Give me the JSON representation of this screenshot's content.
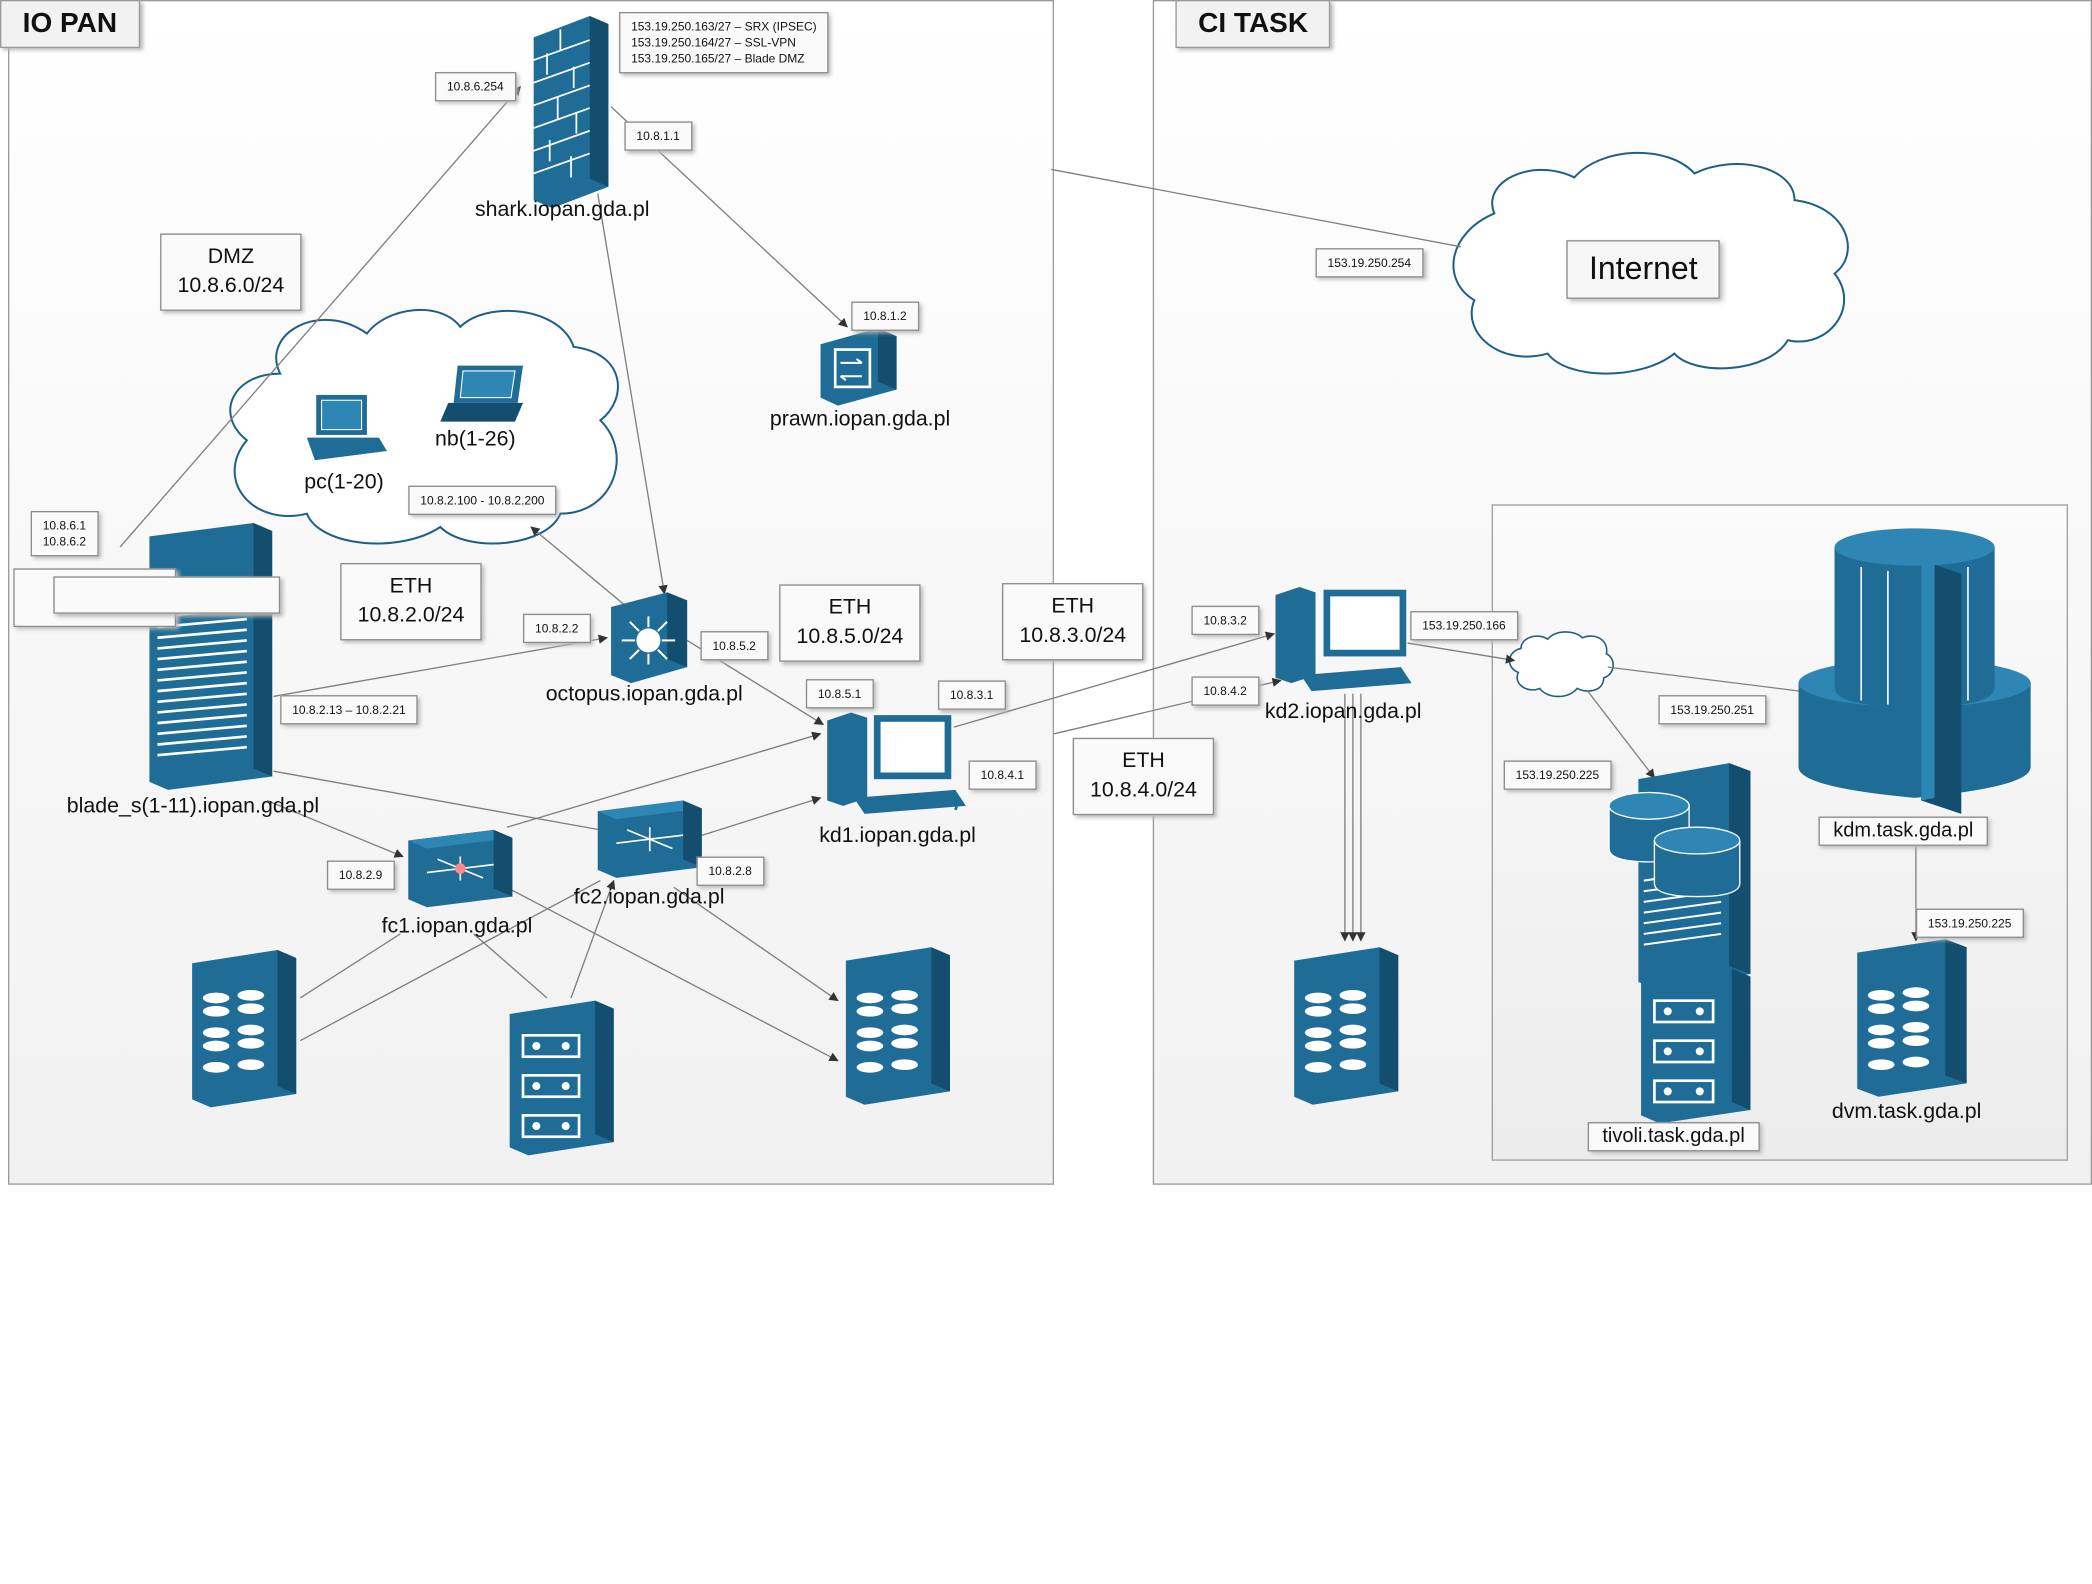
{
  "panels": {
    "left_title": "IO PAN",
    "right_title": "CI TASK"
  },
  "firewall": {
    "name": "shark.iopan.gda.pl",
    "ip_dmz": "10.8.6.254",
    "ip_lan": "10.8.1.1",
    "public_ips": [
      "153.19.250.163/27 – SRX (IPSEC)",
      "153.19.250.164/27 – SSL-VPN",
      "153.19.250.165/27 – Blade DMZ"
    ]
  },
  "internet": {
    "label": "Internet",
    "ip": "153.19.250.254"
  },
  "dmz": {
    "line1": "DMZ",
    "line2": "10.8.6.0/24"
  },
  "prawn": {
    "name": "prawn.iopan.gda.pl",
    "ip": "10.8.1.2"
  },
  "clients": {
    "pc": "pc(1-20)",
    "nb": "nb(1-26)",
    "range": "10.8.2.100 - 10.8.2.200"
  },
  "blade": {
    "name": "blade_s(1-11).iopan.gda.pl",
    "ip_dmz1": "10.8.6.1",
    "ip_dmz2": "10.8.6.2",
    "ip_range": "10.8.2.13 – 10.8.2.21"
  },
  "octopus": {
    "name": "octopus.iopan.gda.pl",
    "ip": "10.8.2.2",
    "ip_eth5": "10.8.5.2"
  },
  "eth_labels": {
    "eth2_line1": "ETH",
    "eth2_line2": "10.8.2.0/24",
    "eth5_line1": "ETH",
    "eth5_line2": "10.8.5.0/24",
    "eth3_line1": "ETH",
    "eth3_line2": "10.8.3.0/24",
    "eth4_line1": "ETH",
    "eth4_line2": "10.8.4.0/24"
  },
  "kd1": {
    "name": "kd1.iopan.gda.pl",
    "ip_eth5": "10.8.5.1",
    "ip_eth3": "10.8.3.1",
    "ip_eth4": "10.8.4.1"
  },
  "fc1": {
    "name": "fc1.iopan.gda.pl",
    "ip": "10.8.2.9"
  },
  "fc2": {
    "name": "fc2.iopan.gda.pl",
    "ip": "10.8.2.8"
  },
  "kd2": {
    "name": "kd2.iopan.gda.pl",
    "ip_eth3": "10.8.3.2",
    "ip_eth4": "10.8.4.2",
    "ip_public": "153.19.250.166"
  },
  "kdm": {
    "name": "kdm.task.gda.pl",
    "ip": "153.19.250.251"
  },
  "tivoli": {
    "name": "tivoli.task.gda.pl",
    "ip": "153.19.250.225"
  },
  "dvm": {
    "name": "dvm.task.gda.pl",
    "ip": "153.19.250.225"
  },
  "colors": {
    "device_blue": "#1f6d96",
    "device_dark": "#134e6e",
    "line": "#7f7f7f"
  }
}
